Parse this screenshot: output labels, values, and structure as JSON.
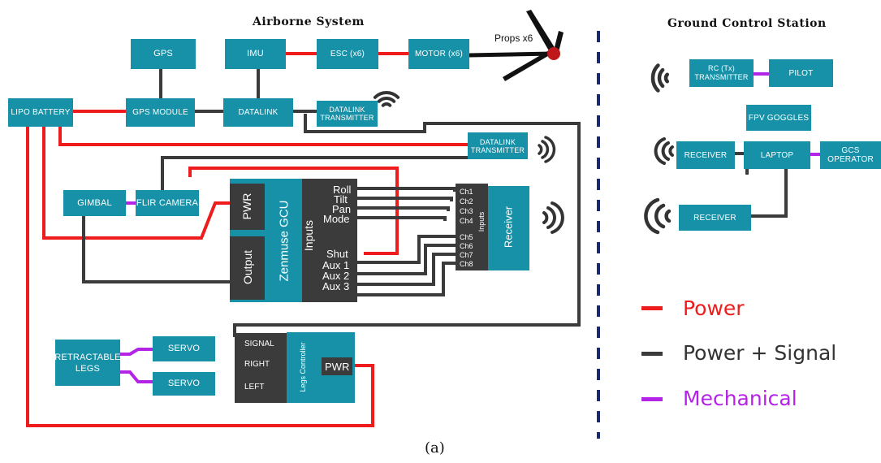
{
  "headings": {
    "airborne": "Airborne System",
    "ground": "Ground  Control Station"
  },
  "blocks": {
    "gps": "GPS",
    "imu": "IMU",
    "esc": "ESC (x6)",
    "motor": "MOTOR (x6)",
    "props": "Props x6",
    "lipo": "LIPO BATTERY",
    "gps_module": "GPS MODULE",
    "datalink": "DATALINK",
    "datalink_tx1": "DATALINK TRANSMITTER",
    "datalink_tx2": "DATALINK TRANSMITTER",
    "gimbal": "GIMBAL",
    "flir": "FLIR CAMERA",
    "retractable_legs": "RETRACTABLE LEGS",
    "servo1": "SERVO",
    "servo2": "SERVO",
    "rc_tx": "RC (Tx) TRANSMITTER",
    "pilot": "PILOT",
    "fpv": "FPV GOGGLES",
    "receiver1": "RECEIVER",
    "laptop": "LAPTOP",
    "gcs_operator": "GCS OPERATOR",
    "receiver2": "RECEIVER"
  },
  "gcu": {
    "pwr": "PWR",
    "output": "Output",
    "name": "Zenmuse GCU",
    "inputs_title": "Inputs",
    "inputs": [
      "Roll",
      "Tilt",
      "Pan",
      "Mode",
      "Shut",
      "Aux 1",
      "Aux 2",
      "Aux 3"
    ]
  },
  "receiver_unit": {
    "channels": [
      "Ch1",
      "Ch2",
      "Ch3",
      "Ch4",
      "Ch5",
      "Ch6",
      "Ch7",
      "Ch8"
    ],
    "inputs_label": "Inputs",
    "name": "Receiver"
  },
  "legs_controller": {
    "inputs": [
      "SIGNAL",
      "RIGHT",
      "LEFT"
    ],
    "name": "Legs Controller",
    "pwr": "PWR"
  },
  "legend": {
    "power": "Power",
    "power_signal": "Power + Signal",
    "mechanical": "Mechanical"
  },
  "colors": {
    "power": "#ee1c1c",
    "power_signal": "#3b3b3b",
    "mechanical": "#b424e6",
    "block": "#1691a8",
    "divider": "#1a2a6c"
  },
  "caption": "(a)"
}
